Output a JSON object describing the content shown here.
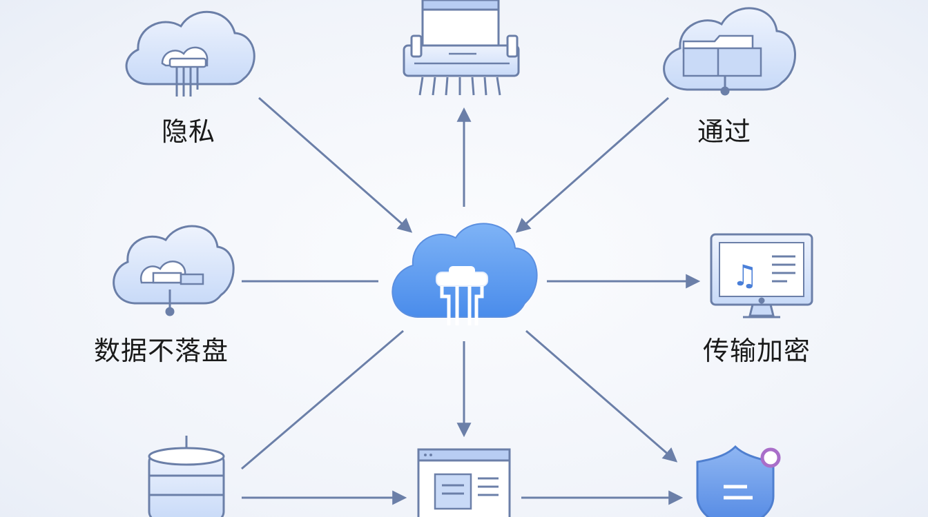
{
  "labels": {
    "privacy": "隐私",
    "pass": "通过",
    "no_persist": "数据不落盘",
    "transfer_encrypt": "传输加密"
  },
  "icons": {
    "center": "cloud-hub-icon",
    "top_left": "cloud-download-icon",
    "top_center": "shredder-icon",
    "top_right": "cloud-folder-icon",
    "mid_left": "cloud-connect-icon",
    "mid_right": "music-monitor-icon",
    "bottom_left": "database-icon",
    "bottom_center": "browser-window-icon",
    "bottom_right": "shield-icon"
  },
  "colors": {
    "background": "#f3f5fa",
    "stroke": "#6b7fa8",
    "fill_light": "#dce7fb",
    "fill_mid": "#a9c6f5",
    "center_blue": "#5b9cf0",
    "badge": "#a96ec9"
  }
}
